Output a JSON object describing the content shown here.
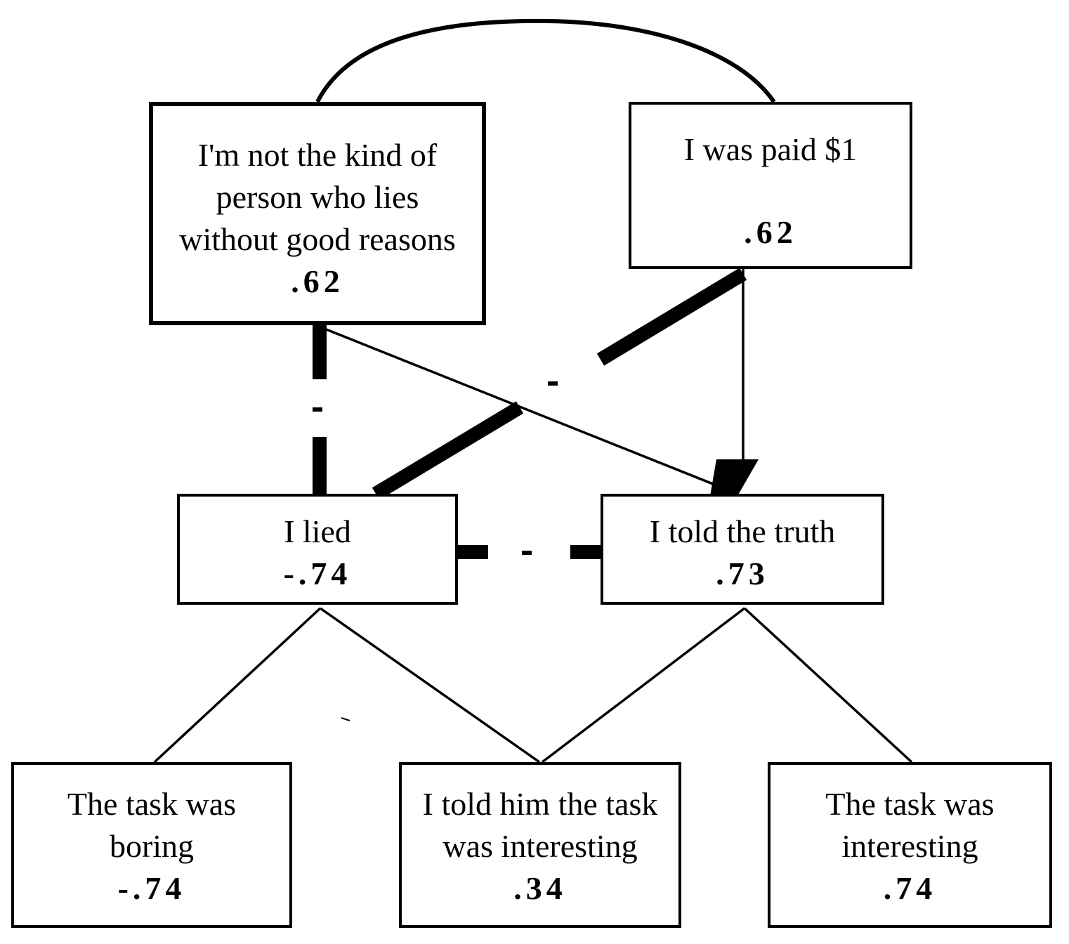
{
  "nodes": {
    "person": {
      "label": "I'm not the kind of\nperson who lies\nwithout good reasons",
      "value": ".62"
    },
    "paid": {
      "label": "I was paid $1",
      "value": ".62"
    },
    "lied": {
      "label": "I lied",
      "value": "-.74"
    },
    "truth": {
      "label": "I told the truth",
      "value": ".73"
    },
    "boring": {
      "label": "The task was\nboring",
      "value": "-.74"
    },
    "told_him": {
      "label": "I told him the task\nwas interesting",
      "value": ".34"
    },
    "interesting": {
      "label": "The task was\ninteresting",
      "value": ".74"
    }
  },
  "edge_signs": {
    "person_lied": "-",
    "paid_lied": "-",
    "lied_truth": "-"
  },
  "colors": {
    "line": "#000000",
    "background": "#ffffff"
  }
}
